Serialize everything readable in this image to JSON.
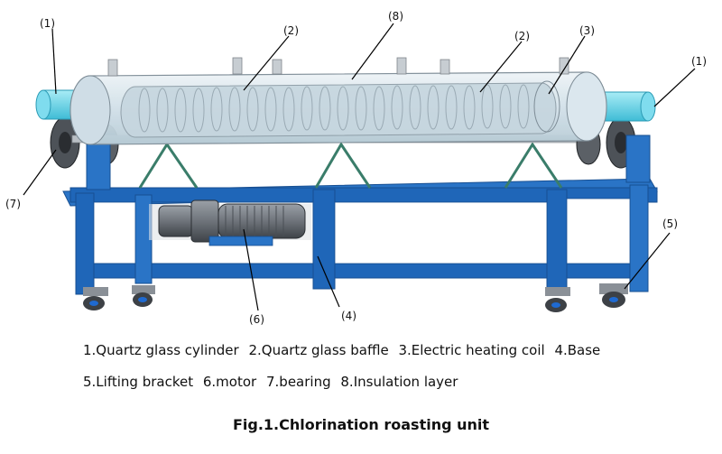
{
  "callouts": {
    "c1_left": "(1)",
    "c2_left": "(2)",
    "c8": "(8)",
    "c2_right": "(2)",
    "c3": "(3)",
    "c1_right": "(1)",
    "c7": "(7)",
    "c5": "(5)",
    "c6": "(6)",
    "c4": "(4)"
  },
  "legend": {
    "line1": [
      "1.Quartz glass cylinder",
      "2.Quartz glass baffle",
      "3.Electric heating coil",
      "4.Base"
    ],
    "line2": [
      "5.Lifting bracket",
      "6.motor",
      "7.bearing",
      "8.Insulation layer"
    ]
  },
  "figure_title": "Fig.1.Chlorination roasting unit",
  "colors": {
    "frame": "#1f66b8",
    "frame_dark": "#174f92",
    "glass": "#c9dce6",
    "cylinder_end": "#6fd3e6",
    "motor": "#6e737a"
  }
}
